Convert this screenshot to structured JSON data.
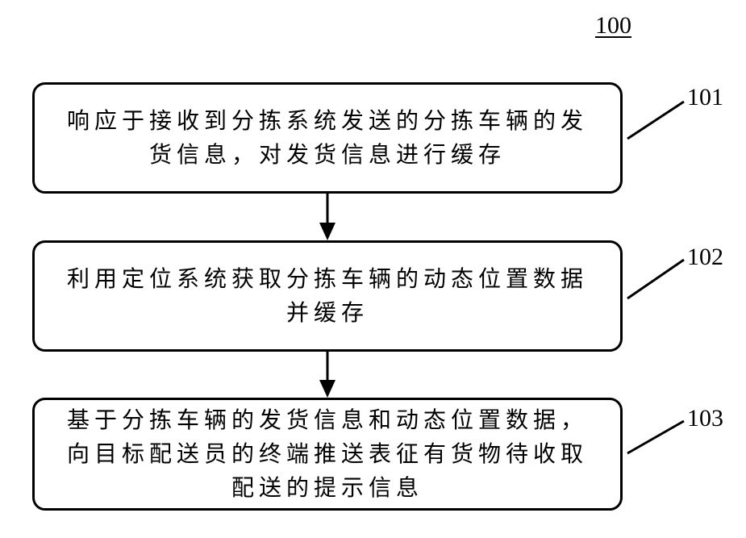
{
  "figure_label": "100",
  "steps": [
    {
      "ref": "101",
      "lines": [
        "响应于接收到分拣系统发送的分拣车辆的发",
        "货信息，对发货信息进行缓存"
      ]
    },
    {
      "ref": "102",
      "lines": [
        "利用定位系统获取分拣车辆的动态位置数据",
        "并缓存"
      ]
    },
    {
      "ref": "103",
      "lines": [
        "基于分拣车辆的发货信息和动态位置数据，",
        "向目标配送员的终端推送表征有货物待收取",
        "配送的提示信息"
      ]
    }
  ]
}
